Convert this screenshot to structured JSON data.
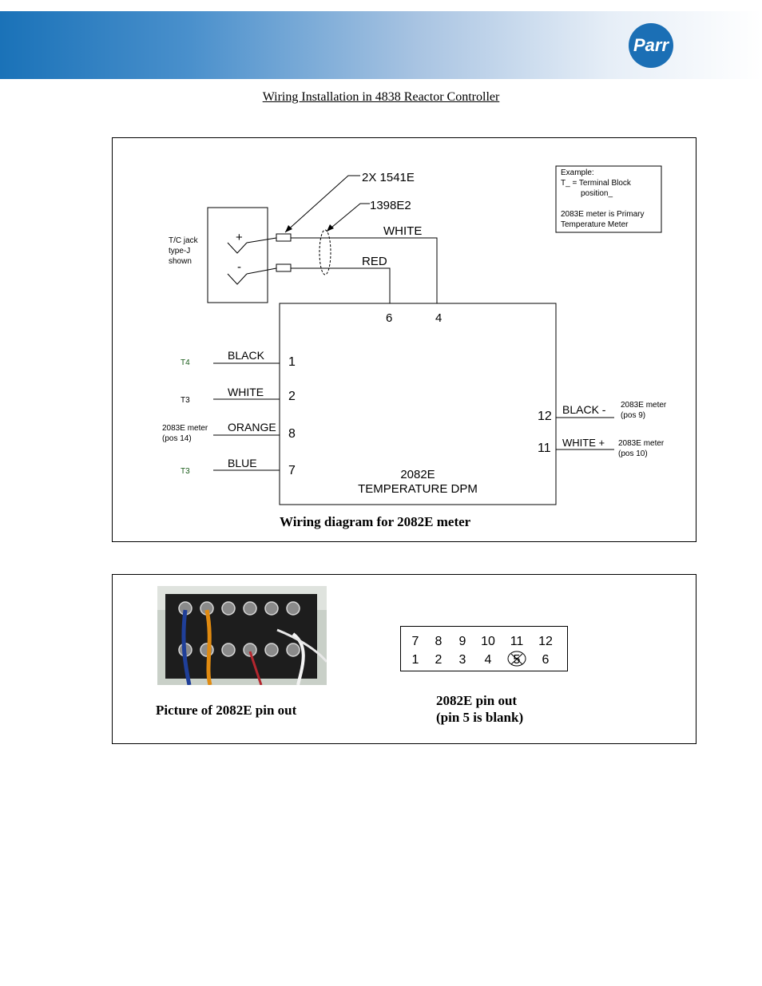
{
  "header": {
    "logo_text": "Parr",
    "title": "Wiring Installation in 4838 Reactor Controller"
  },
  "diagram": {
    "tc_jack_lines": [
      "T/C jack",
      "type-J",
      "shown"
    ],
    "plus": "+",
    "minus": "-",
    "part_2x": "2X 1541E",
    "part_1398": "1398E2",
    "wire_white_top": "WHITE",
    "wire_red": "RED",
    "pin6": "6",
    "pin4": "4",
    "example_lines": [
      "Example:",
      "T_ = Terminal Block",
      "position_",
      "2083E meter is Primary",
      "Temperature Meter"
    ],
    "left_rows": [
      {
        "term": "T4",
        "wire": "BLACK",
        "pin": "1"
      },
      {
        "term": "T3",
        "wire": "WHITE",
        "pin": "2"
      },
      {
        "term": "2083E meter",
        "term2": "(pos 14)",
        "wire": "ORANGE",
        "pin": "8"
      },
      {
        "term": "T3",
        "wire": "BLUE",
        "pin": "7"
      }
    ],
    "right_rows": [
      {
        "pin": "12",
        "wire": "BLACK  -",
        "dest": "2083E meter",
        "dest2": "(pos 9)"
      },
      {
        "pin": "11",
        "wire": "WHITE   +",
        "dest": "2083E meter",
        "dest2": "(pos 10)"
      }
    ],
    "dpm_model": "2082E",
    "dpm_name": "TEMPERATURE DPM",
    "caption": "Wiring diagram for 2082E meter"
  },
  "pinout": {
    "photo_caption": "Picture of 2082E pin out",
    "top_pins": [
      "7",
      "8",
      "9",
      "10",
      "11",
      "12"
    ],
    "bottom_pins": [
      "1",
      "2",
      "3",
      "4",
      "5",
      "6"
    ],
    "caption_line1": "2082E pin out",
    "caption_line2": "(pin 5 is blank)"
  }
}
